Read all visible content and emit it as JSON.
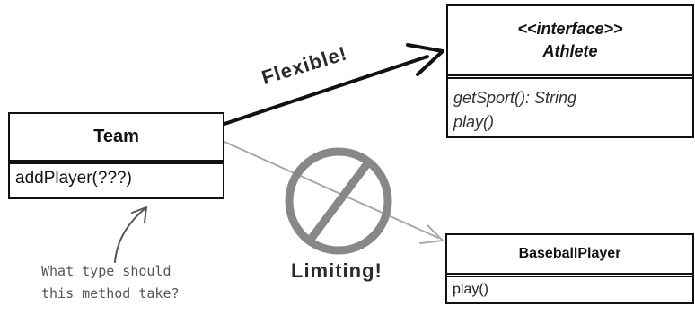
{
  "classes": {
    "team": {
      "name": "Team",
      "methods": [
        "addPlayer(???)"
      ]
    },
    "athlete": {
      "stereotype": "<<interface>>",
      "name": "Athlete",
      "methods": [
        "getSport(): String",
        "play()"
      ]
    },
    "baseball_player": {
      "name": "BaseballPlayer",
      "methods": [
        "play()"
      ]
    }
  },
  "labels": {
    "flexible": "Flexible!",
    "limiting": "Limiting!"
  },
  "note": {
    "line1": "What type should",
    "line2": "this method take?"
  },
  "colors": {
    "strong_arrow": "#111111",
    "weak_arrow": "#a9a9a9",
    "no_symbol": "#888888"
  },
  "icons": {
    "prohibited": "no-symbol-icon"
  }
}
